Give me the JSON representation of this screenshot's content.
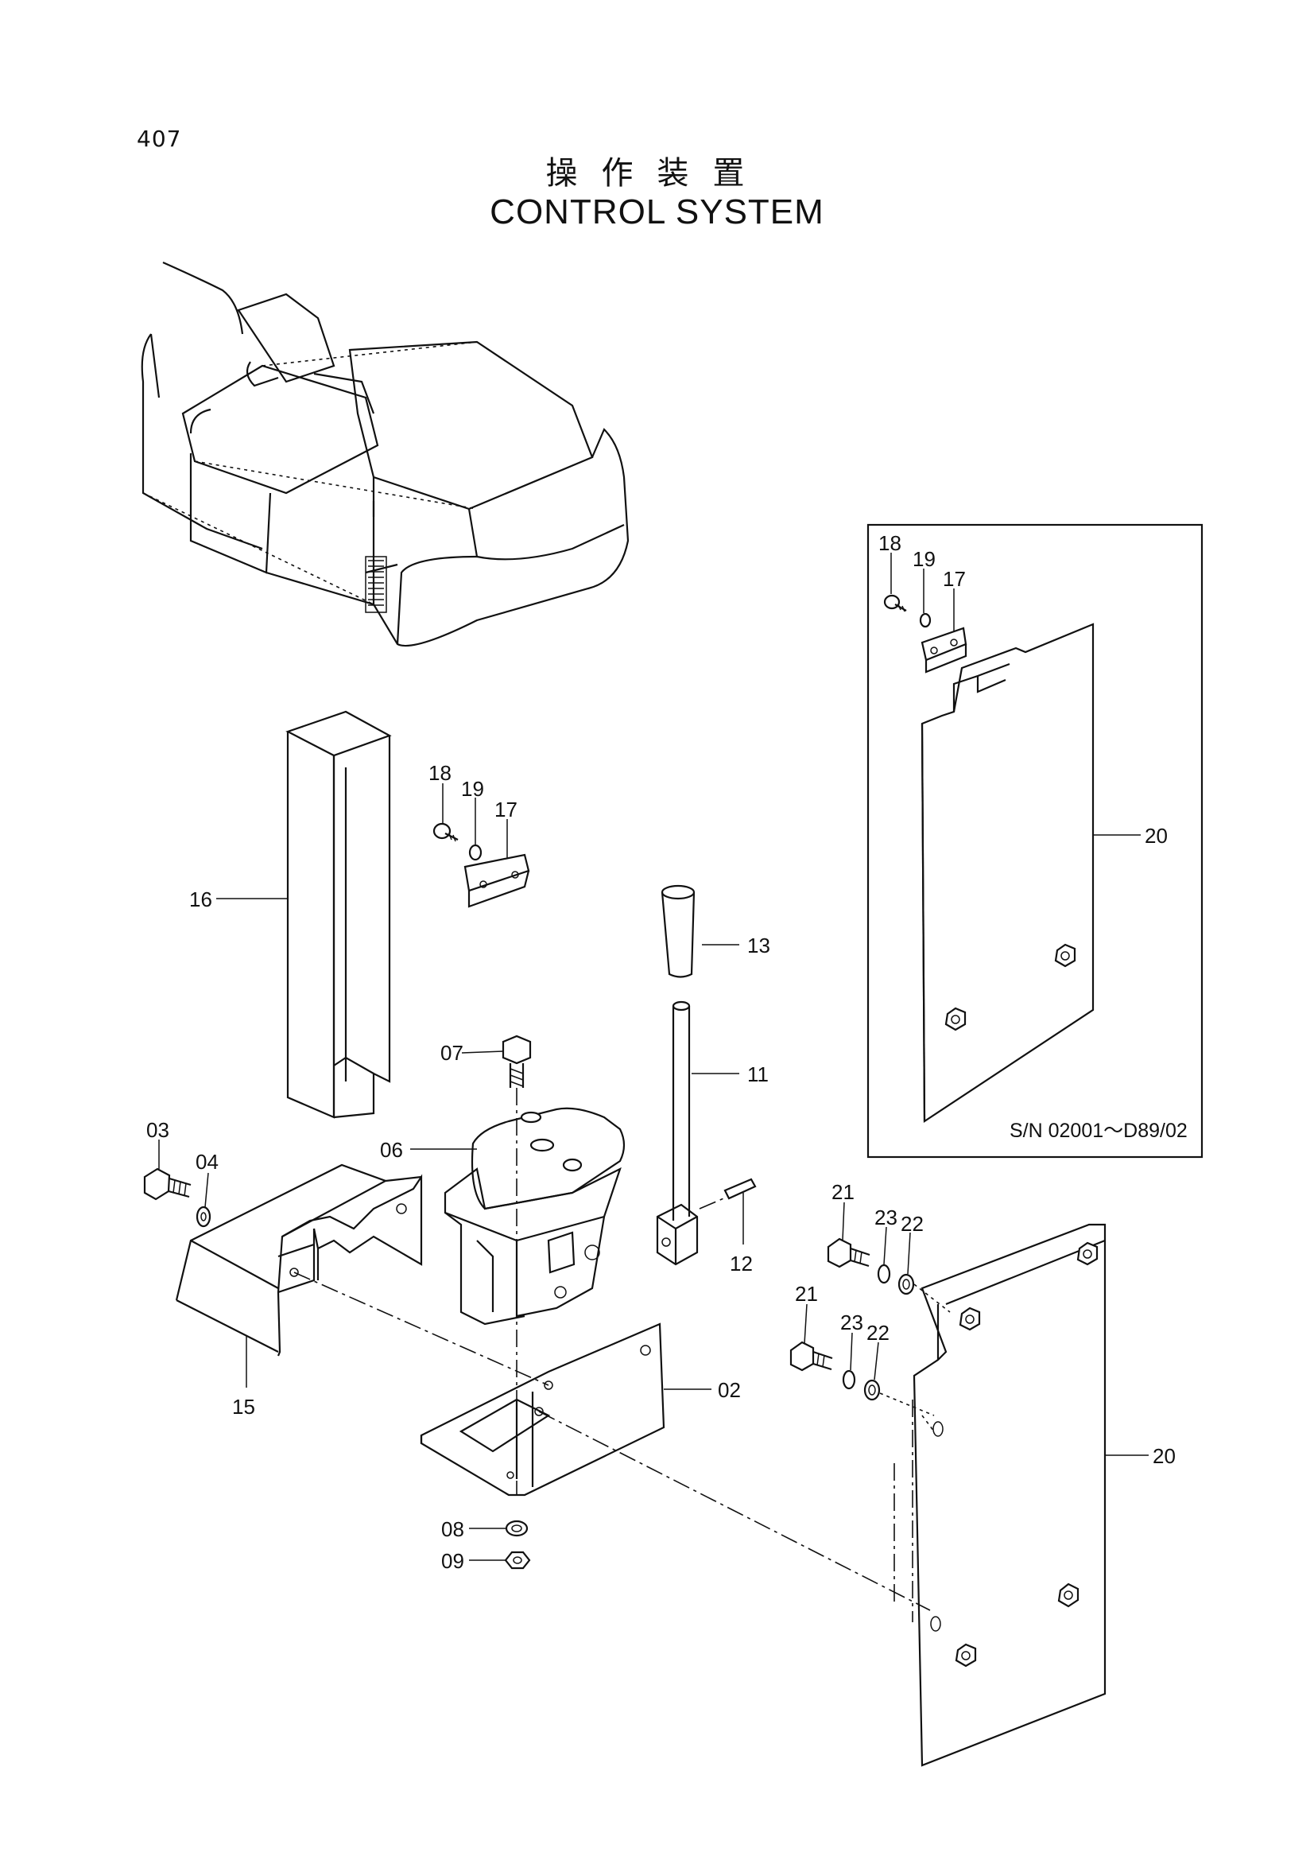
{
  "page_number": "407",
  "title_jp": "操作装置",
  "title_en": "CONTROL SYSTEM",
  "serial_note": "S/N 02001～D89/02",
  "callouts": {
    "c02": "02",
    "c03": "03",
    "c04": "04",
    "c06": "06",
    "c07": "07",
    "c08": "08",
    "c09": "09",
    "c11": "11",
    "c12": "12",
    "c13": "13",
    "c15": "15",
    "c16": "16",
    "c17a": "17",
    "c18a": "18",
    "c19a": "19",
    "c17b": "17",
    "c18b": "18",
    "c19b": "19",
    "c20a": "20",
    "c20b": "20",
    "c21a": "21",
    "c22a": "22",
    "c23a": "23",
    "c21b": "21",
    "c22b": "22",
    "c23b": "23"
  }
}
